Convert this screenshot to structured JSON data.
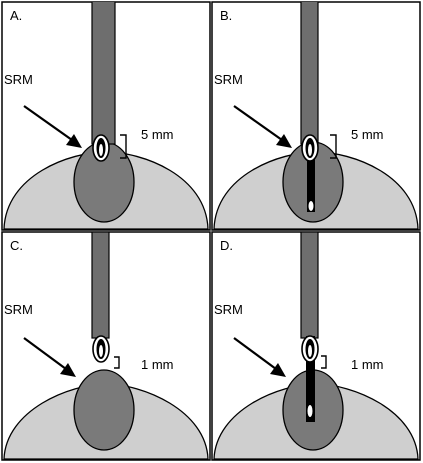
{
  "panels": [
    {
      "id": "A",
      "label": "A.",
      "srm": "SRM",
      "distance": "5 mm",
      "inserted": false
    },
    {
      "id": "B",
      "label": "B.",
      "srm": "SRM",
      "distance": "5 mm",
      "inserted": true
    },
    {
      "id": "C",
      "label": "C.",
      "srm": "SRM",
      "distance": "1 mm",
      "inserted": false
    },
    {
      "id": "D",
      "label": "D.",
      "srm": "SRM",
      "distance": "1 mm",
      "inserted": true
    }
  ],
  "colors": {
    "tissue": "#cfcfcf",
    "target": "#7a7a7a",
    "probe": "#6e6e6e",
    "border": "#000000"
  }
}
